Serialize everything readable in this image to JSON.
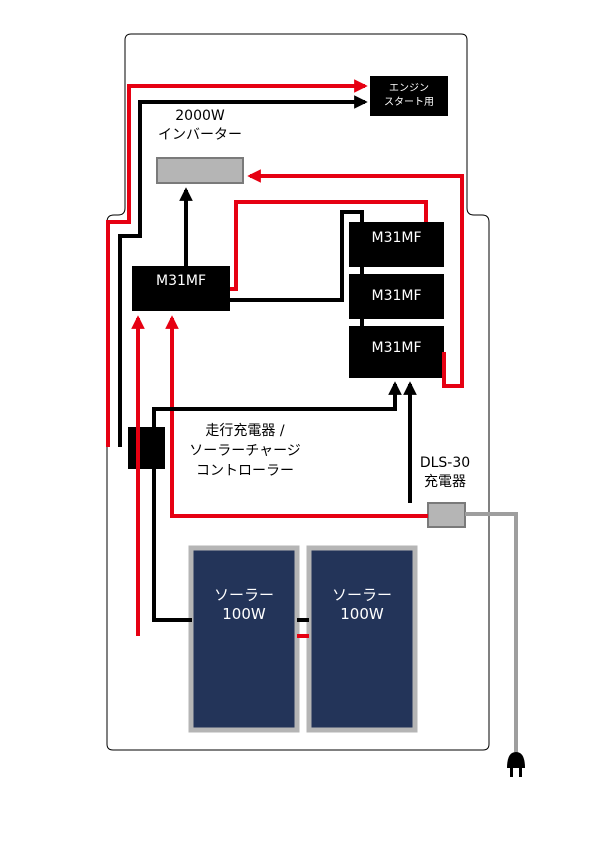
{
  "labels": {
    "engine_start_line1": "エンジン",
    "engine_start_line2": "スタート用",
    "inverter_line1": "2000W",
    "inverter_line2": "インバーター",
    "battery_main": "M31MF",
    "battery_1": "M31MF",
    "battery_2": "M31MF",
    "battery_3": "M31MF",
    "controller_line1": "走行充電器 /",
    "controller_line2": "ソーラーチャージ",
    "controller_line3": "コントローラー",
    "charger_line1": "DLS-30",
    "charger_line2": "充電器",
    "solar_1_line1": "ソーラー",
    "solar_1_line2": "100W",
    "solar_2_line1": "ソーラー",
    "solar_2_line2": "100W"
  },
  "colors": {
    "positive_wire": "#e60012",
    "negative_wire": "#000000",
    "ac_wire": "#9e9e9e",
    "battery_fill": "#000000",
    "inverter_fill": "#b5b5b5",
    "solar_fill": "#233459",
    "solar_frame": "#b5b5b5"
  },
  "icons": {
    "plug": "power-plug-icon",
    "arrow": "arrowhead-icon"
  }
}
